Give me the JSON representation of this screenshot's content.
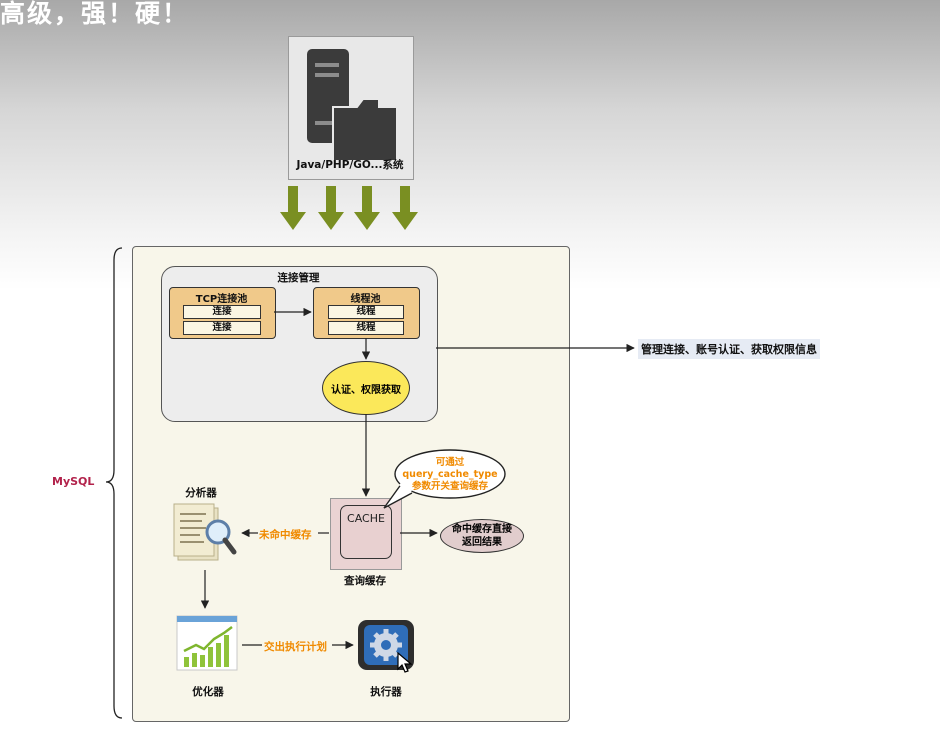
{
  "banner_text": "高级，强！硬！",
  "client": {
    "label": "Java/PHP/GO...系统"
  },
  "mysql": {
    "side_label": "MySQL"
  },
  "connection_management": {
    "title": "连接管理",
    "tcp_pool": {
      "title": "TCP连接池",
      "items": [
        "连接",
        "连接"
      ]
    },
    "thread_pool": {
      "title": "线程池",
      "items": [
        "线程",
        "线程"
      ]
    },
    "auth": "认证、权限获取",
    "note": "管理连接、账号认证、获取权限信息"
  },
  "query_cache": {
    "box_text": "CACHE",
    "label": "查询缓存",
    "bubble_lines": [
      "可通过",
      "query_cache_type",
      "参数开关查询缓存"
    ],
    "hit_lines": [
      "命中缓存直接",
      "返回结果"
    ],
    "miss_label": "未命中缓存"
  },
  "analyzer": {
    "label": "分析器"
  },
  "optimizer": {
    "label": "优化器"
  },
  "executor": {
    "label": "执行器"
  },
  "plan_label": "交出执行计划",
  "colors": {
    "download_arrow": "#7a8f22",
    "pool_fill": "#f0c98a",
    "auth_fill": "#fbe85a",
    "cache_fill": "#ead3d3",
    "hit_fill": "#e1cdcd",
    "annotation_text": "#f08a00",
    "mysql_label": "#b2224b"
  }
}
